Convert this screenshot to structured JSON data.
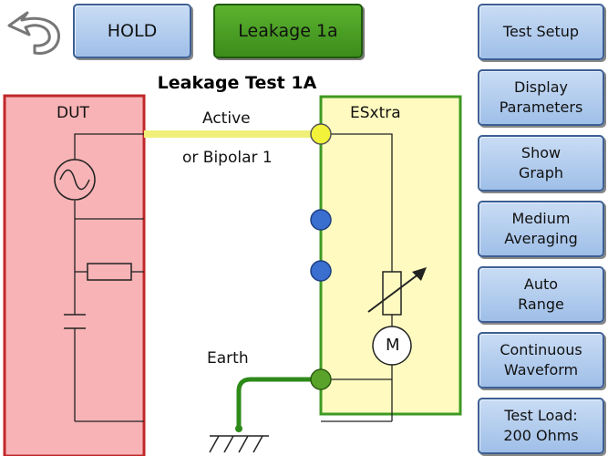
{
  "header": {
    "hold_label": "HOLD",
    "test_button_label": "Leakage 1a"
  },
  "title": "Leakage Test 1A",
  "diagram": {
    "dut_label": "DUT",
    "esxtra_label": "ESxtra",
    "active_label": "Active",
    "bipolar_label": "or Bipolar 1",
    "earth_label": "Earth",
    "meter_label": "M"
  },
  "side_menu": [
    {
      "label": "Test Setup"
    },
    {
      "label": "Display\nParameters"
    },
    {
      "label": "Show\nGraph"
    },
    {
      "label": "Medium\nAveraging"
    },
    {
      "label": "Auto\nRange"
    },
    {
      "label": "Continuous\nWaveform"
    },
    {
      "label": "Test Load:\n200 Ohms"
    }
  ],
  "colors": {
    "dut_fill": "#f7b3b5",
    "esxtra_fill": "#fffbc0",
    "active_wire": "#f0f079",
    "earth_wire": "#2d8a1a",
    "terminal_blue": "#3a6fd0",
    "terminal_yellow": "#f2f23a",
    "terminal_green": "#5aa32a"
  }
}
